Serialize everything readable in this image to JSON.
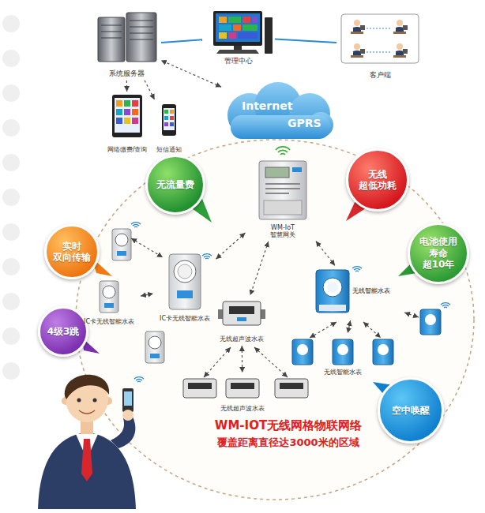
{
  "diagram": {
    "nodes": [
      {
        "text": [
          "系统服务器"
        ]
      },
      {
        "text": [
          "管理中心"
        ]
      },
      {
        "text": [
          "客户端"
        ]
      },
      {
        "text": [
          "网络缴费/查询"
        ]
      },
      {
        "text": [
          "短信通知"
        ]
      },
      {
        "text": [
          "Internet",
          "GPRS"
        ]
      },
      {
        "text": [
          "WM-IoT 智慧网关"
        ]
      },
      {
        "text": [
          "无流量费"
        ]
      },
      {
        "text": [
          "无线 超低功耗"
        ]
      },
      {
        "text": [
          "实时 双向传输"
        ]
      },
      {
        "text": [
          "电池使用 寿命 超10年"
        ]
      },
      {
        "text": [
          "4级3跳"
        ]
      },
      {
        "text": [
          "空中唤醒"
        ]
      },
      {
        "text": [
          "IC卡无线智能水表"
        ]
      },
      {
        "text": [
          "IC卡无线智能水表"
        ]
      },
      {
        "text": [
          "无线超声波水表"
        ]
      },
      {
        "text": [
          "无线智能水表"
        ]
      },
      {
        "text": [
          "无线智能水表"
        ]
      },
      {
        "text": [
          "无线超声波水表"
        ]
      }
    ],
    "edges": [
      {
        "from": 0,
        "to": 1,
        "arrow": "none"
      },
      {
        "from": 1,
        "to": 2,
        "arrow": "none"
      },
      {
        "from": 5,
        "to": 0,
        "arrow": "both"
      },
      {
        "from": 0,
        "to": 3,
        "arrow": "to"
      },
      {
        "from": 0,
        "to": 4,
        "arrow": "to"
      },
      {
        "from": 6,
        "to": 13,
        "arrow": "both"
      },
      {
        "from": 6,
        "to": 15,
        "arrow": "both"
      },
      {
        "from": 6,
        "to": 16,
        "arrow": "both"
      },
      {
        "from": 14,
        "to": 13,
        "arrow": "both"
      },
      {
        "from": 16,
        "to": 17,
        "arrow": "both"
      },
      {
        "from": 15,
        "to": 18,
        "arrow": "both"
      }
    ],
    "labels": [
      "WM-IOT无线网格物联网络",
      "覆盖距离直径达3000米的区域"
    ]
  }
}
